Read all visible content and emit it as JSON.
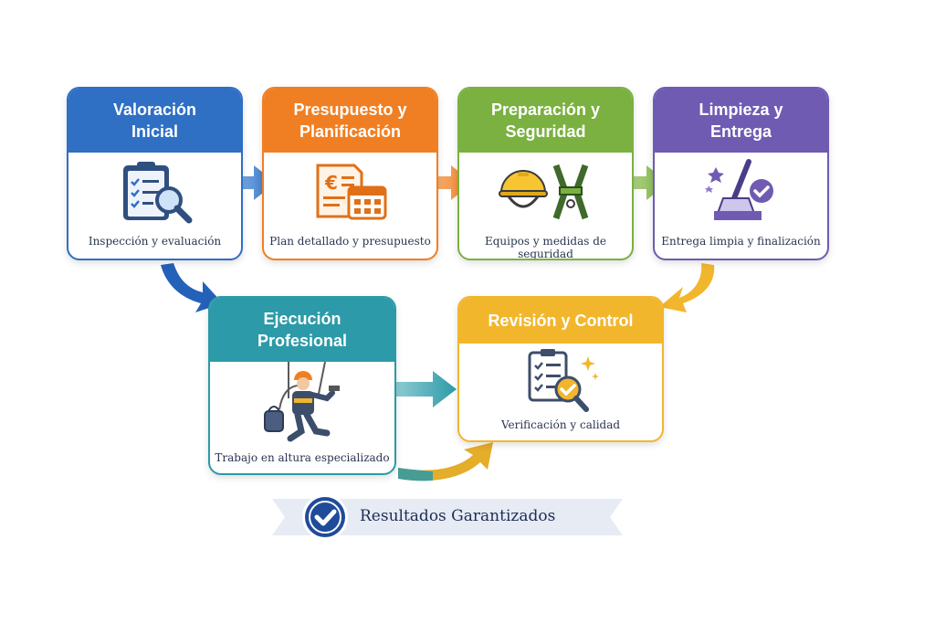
{
  "colors": {
    "blue": "#2f6fc4",
    "orange": "#f07f23",
    "green": "#7ab140",
    "purple": "#6f5bb2",
    "teal": "#2c9aa8",
    "yellow": "#f2b62d",
    "navy": "#1f4b9a"
  },
  "steps": [
    {
      "title_line1": "Valoración",
      "title_line2": "Inicial",
      "desc": "Inspección y evaluación",
      "icon": "clipboard-magnifier-icon",
      "color": "#2f6fc4"
    },
    {
      "title_line1": "Presupuesto y",
      "title_line2": "Planificación",
      "desc": "Plan detallado y presupuesto",
      "icon": "euro-document-calendar-icon",
      "color": "#f07f23"
    },
    {
      "title_line1": "Preparación y",
      "title_line2": "Seguridad",
      "desc": "Equipos y medidas de seguridad",
      "icon": "helmet-harness-icon",
      "color": "#7ab140"
    },
    {
      "title_line1": "Limpieza y",
      "title_line2": "Entrega",
      "desc": "Entrega limpia y finalización",
      "icon": "broom-check-icon",
      "color": "#6f5bb2"
    },
    {
      "title_line1": "Ejecución",
      "title_line2": "Profesional",
      "desc": "Trabajo en altura especializado",
      "icon": "rope-access-worker-icon",
      "color": "#2c9aa8"
    },
    {
      "title_line1": "Revisión y Control",
      "title_line2": "",
      "desc": "Verificación y calidad",
      "icon": "checklist-verify-icon",
      "color": "#f2b62d"
    }
  ],
  "euro_symbol": "€",
  "banner": {
    "text": "Resultados Garantizados",
    "icon": "check-circle-icon"
  }
}
